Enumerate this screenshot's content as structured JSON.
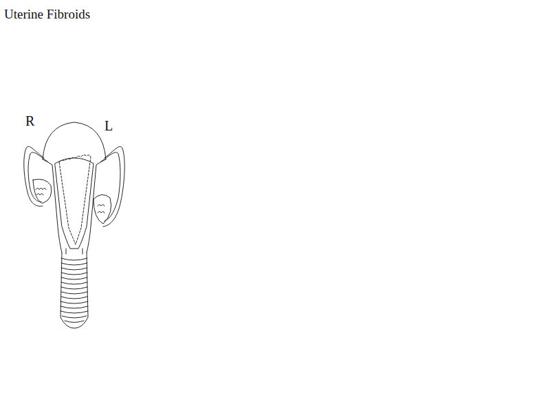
{
  "diagram": {
    "title": "Uterine Fibroids",
    "labels": [
      "R",
      "L"
    ]
  }
}
